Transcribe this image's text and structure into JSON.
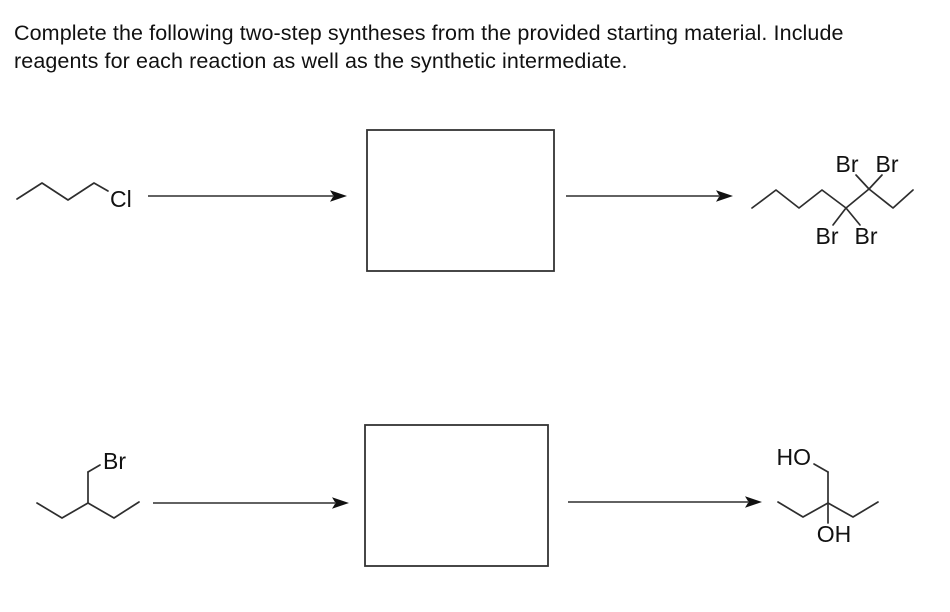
{
  "instructions": {
    "line1": "Complete the following two-step syntheses from the provided starting material. Include",
    "line2": "reagents for each reaction as well as the synthetic intermediate."
  },
  "reaction1": {
    "start": {
      "label": "Cl"
    },
    "intermediate_box": {
      "value": ""
    },
    "product": {
      "br_top_left": "Br",
      "br_top_right": "Br",
      "br_bottom_left": "Br",
      "br_bottom_right": "Br"
    }
  },
  "reaction2": {
    "start": {
      "label": "Br"
    },
    "intermediate_box": {
      "value": ""
    },
    "product": {
      "ho_label": "HO",
      "oh_label": "OH"
    }
  },
  "colors": {
    "ink": "#111111",
    "bond": "#2e2e2e",
    "background": "#ffffff"
  }
}
